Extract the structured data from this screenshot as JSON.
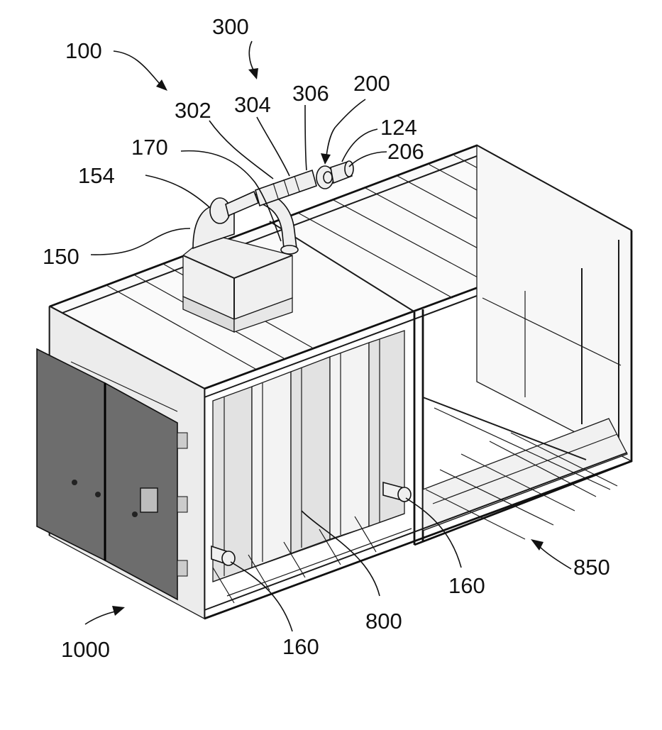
{
  "figure": {
    "reference_numerals": {
      "system": "100",
      "assembly_300": "300",
      "assembly_200": "200",
      "pipe_segment_302": "302",
      "pipe_segment_304": "304",
      "pipe_segment_306": "306",
      "component_124": "124",
      "component_206": "206",
      "elbow_170": "170",
      "flange_154": "154",
      "unit_150": "150",
      "port_160_rear": "160",
      "port_160_front": "160",
      "module_800": "800",
      "frame_850": "850",
      "enclosure_1000": "1000"
    }
  }
}
